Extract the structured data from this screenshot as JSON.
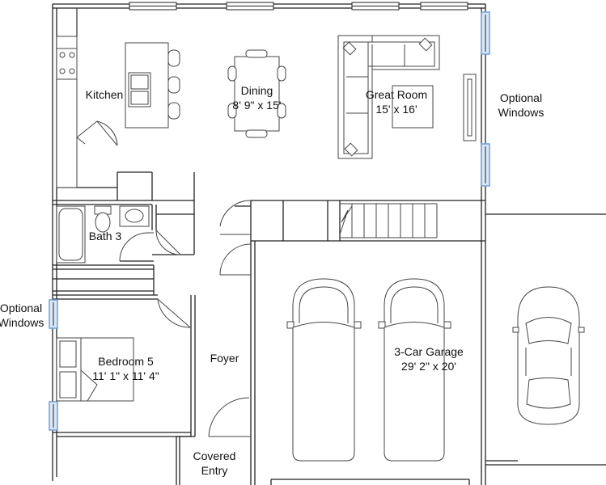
{
  "rooms": {
    "kitchen": {
      "name": "Kitchen"
    },
    "dining": {
      "name": "Dining",
      "size": "8' 9\" x 15'"
    },
    "great_room": {
      "name": "Great Room",
      "size": "15' x 16'"
    },
    "bath3": {
      "name": "Bath 3"
    },
    "bedroom5": {
      "name": "Bedroom 5",
      "size": "11' 1\" x 11' 4\""
    },
    "foyer": {
      "name": "Foyer"
    },
    "garage": {
      "name": "3-Car Garage",
      "size": "29' 2\" x 20'"
    },
    "covered_entry": {
      "line1": "Covered",
      "line2": "Entry"
    }
  },
  "annotations": {
    "optional_windows_right": {
      "line1": "Optional",
      "line2": "Windows"
    },
    "optional_windows_left": {
      "line1": "Optional",
      "line2": "Windows"
    }
  },
  "colors": {
    "wall": "#222222",
    "fixture": "#555555",
    "optional_window_fill": "#dbe8f7",
    "optional_window_border": "#6f9fd8"
  }
}
